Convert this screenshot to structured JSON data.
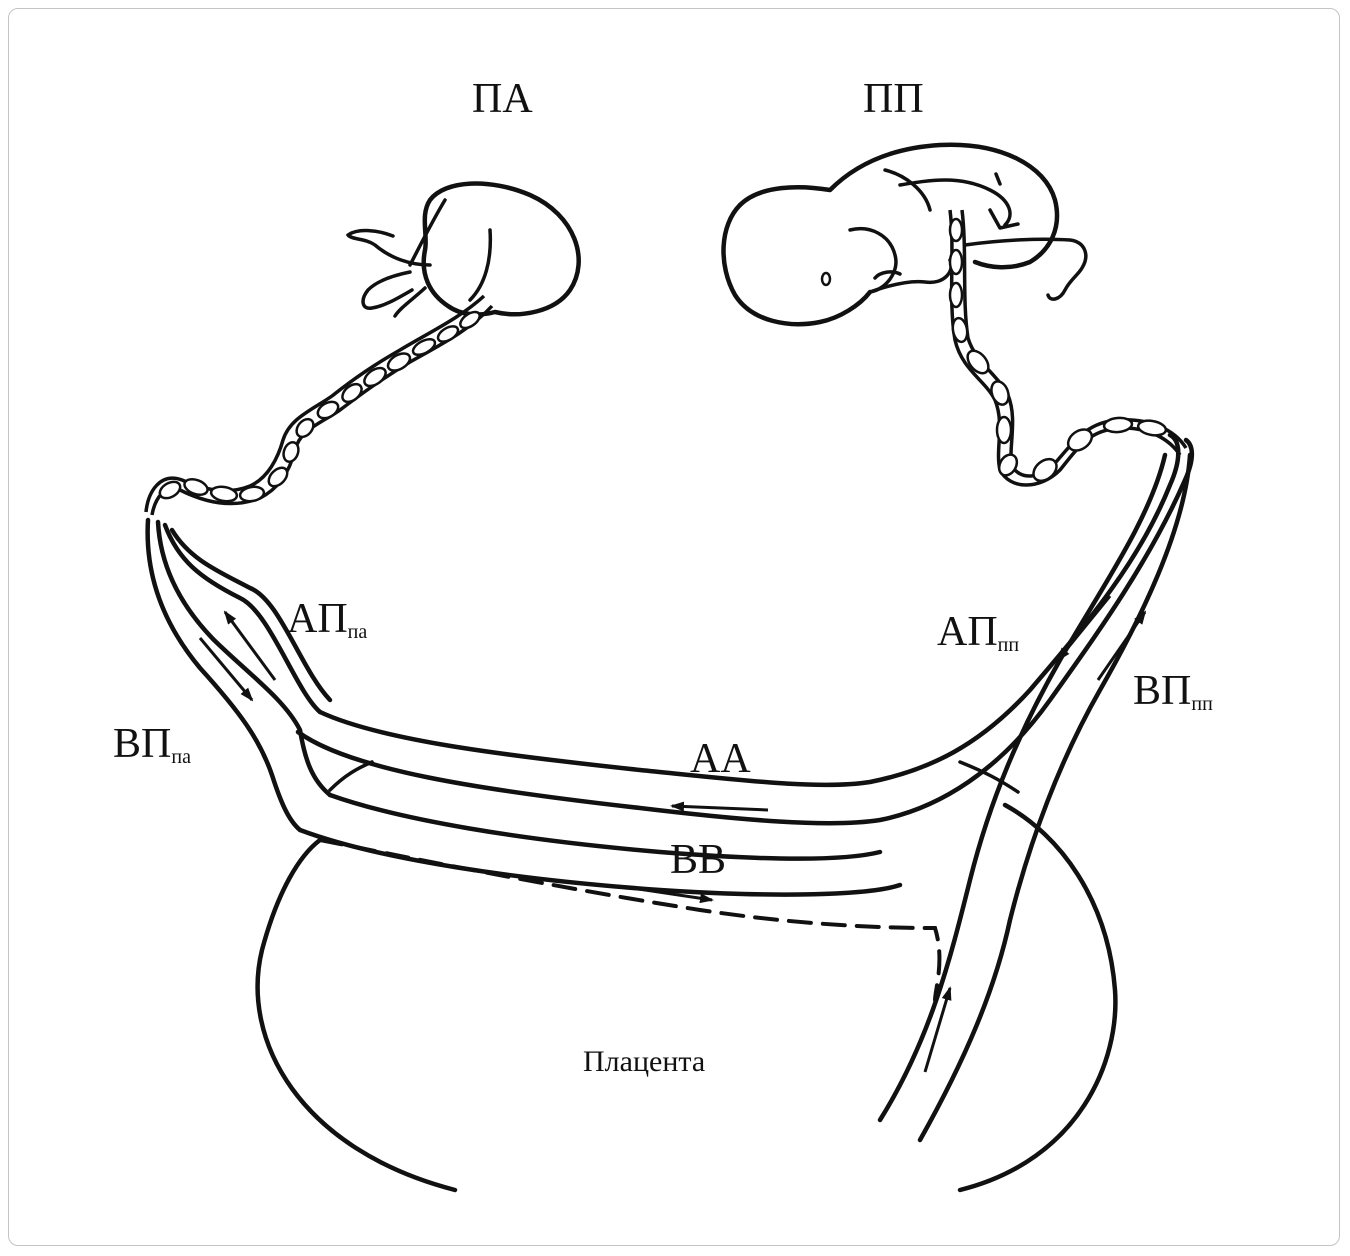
{
  "labels": {
    "pa": "ПА",
    "pp": "ПП",
    "ap_pa_main": "АП",
    "ap_pa_sub": "па",
    "vp_pa_main": "ВП",
    "vp_pa_sub": "па",
    "ap_pp_main": "АП",
    "ap_pp_sub": "пп",
    "vp_pp_main": "ВП",
    "vp_pp_sub": "пп",
    "aa": "АА",
    "vv": "ВВ",
    "placenta": "Плацента"
  },
  "colors": {
    "line": "#111111",
    "frame": "#c4c4c4",
    "background": "#ffffff"
  }
}
